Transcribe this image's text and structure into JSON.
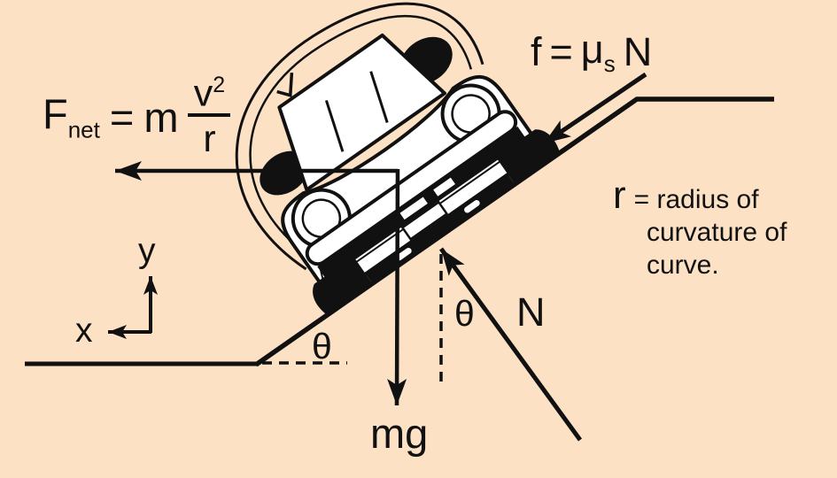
{
  "colors": {
    "background": "#FCE1C5",
    "ink": "#111111"
  },
  "equations": {
    "net_force": {
      "symbol": "F",
      "subscript": "net",
      "equals": "=",
      "mass": "m",
      "numerator": "v",
      "exponent": "2",
      "denominator": "r"
    },
    "friction": {
      "symbol": "f",
      "equals": "=",
      "mu": "μ",
      "subscript": "s",
      "normal": "N"
    }
  },
  "note": {
    "symbol": "r",
    "line1": "= radius of",
    "line2": "curvature of",
    "line3": "curve."
  },
  "force_labels": {
    "weight": "mg",
    "normal": "N"
  },
  "angle_labels": {
    "at_base": "θ",
    "at_normal": "θ"
  },
  "axes": {
    "x": "x",
    "y": "y"
  }
}
